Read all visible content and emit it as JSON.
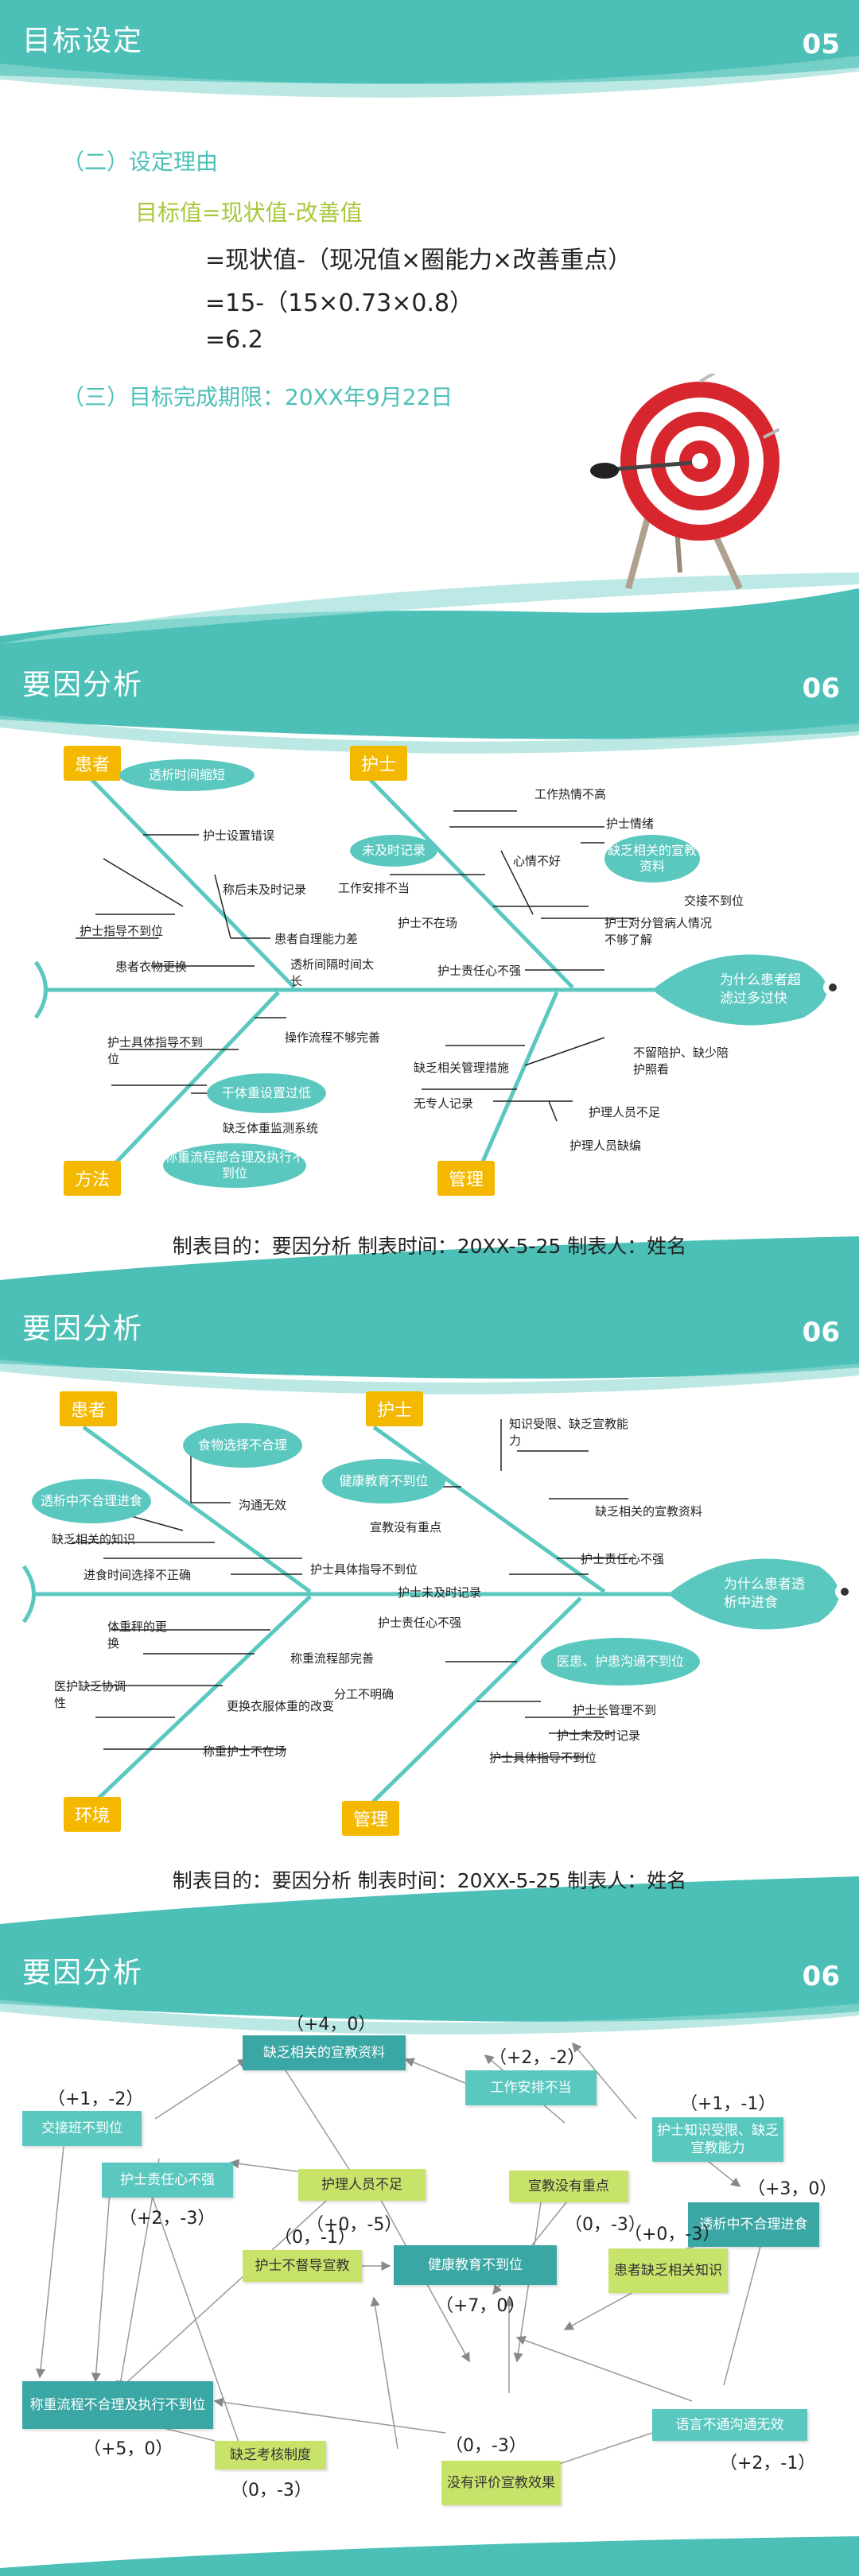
{
  "slide1": {
    "title": "目标设定",
    "number": "05",
    "section2_title": "（二）设定理由",
    "formula_label": "目标值=现状值-改善值",
    "formula_lines": [
      "=现状值-（现况值×圈能力×改善重点）",
      "=15-（15×0.73×0.8）",
      "=6.2"
    ],
    "section3_title": "（三）目标完成期限：20XX年9月22日",
    "colors": {
      "teal": "#5bc8c0",
      "green": "#a8c83c",
      "title_teal": "#4cc0b7"
    }
  },
  "slide2": {
    "title": "要因分析",
    "number": "06",
    "categories": {
      "top_left": "患者",
      "top_right": "护士",
      "bottom_left": "方法",
      "bottom_right": "管理"
    },
    "ovals": [
      "透析时间缩短",
      "未及时记录",
      "缺乏相关的宣教资料",
      "干体重设置过低",
      "称重流程部合理及执行不到位"
    ],
    "labels": [
      "护士设置错误",
      "称后未及时记录",
      "患者自理能力差",
      "护士指导不到位",
      "患者衣物更换",
      "透析间隔时间太长",
      "工作热情不高",
      "护士情绪",
      "心情不好",
      "工作安排不当",
      "护士不在场",
      "交接不到位",
      "护士对分管病人情况不够了解",
      "护士责任心不强",
      "护士具体指导不到位",
      "操作流程不够完善",
      "缺乏体重监测系统",
      "缺乏相关管理措施",
      "不留陪护、缺少陪护照看",
      "无专人记录",
      "护理人员不足",
      "护理人员缺编"
    ],
    "fish_head": "为什么患者超滤过多过快",
    "caption": "制表目的：要因分析  制表时间：20XX-5-25  制表人：姓名"
  },
  "slide3": {
    "title": "要因分析",
    "number": "06",
    "categories": {
      "top_left": "患者",
      "top_right": "护士",
      "bottom_left": "环境",
      "bottom_right": "管理"
    },
    "ovals": [
      "食物选择不合理",
      "透析中不合理进食",
      "健康教育不到位",
      "医患、护患沟通不到位"
    ],
    "labels": [
      "沟通无效",
      "缺乏相关的知识",
      "进食时间选择不正确",
      "护士具体指导不到位",
      "知识受限、缺乏宣教能力",
      "宣教没有重点",
      "缺乏相关的宣教资料",
      "护士责任心不强",
      "护士未及时记录",
      "体重秤的更换",
      "称重流程部完善",
      "医护缺乏协调性",
      "更换衣服体重的改变",
      "称重护士不在场",
      "护士责任心不强",
      "分工不明确",
      "护士长管理不到",
      "护士未及时记录",
      "护士具体指导不到位"
    ],
    "fish_head": "为什么患者透析中进食",
    "caption": "制表目的：要因分析  制表时间：20XX-5-25  制表人：姓名"
  },
  "slide4": {
    "title": "要因分析",
    "number": "06",
    "nodes": [
      {
        "label": "缺乏相关的宣教资料",
        "coord": "（+4，0）"
      },
      {
        "label": "工作安排不当",
        "coord": "（+2，-2）"
      },
      {
        "label": "交接班不到位",
        "coord": "（+1，-2）"
      },
      {
        "label": "护士知识受限、缺乏宣教能力",
        "coord": "（+1，-1）"
      },
      {
        "label": "护士责任心不强",
        "coord": "（+2，-3）"
      },
      {
        "label": "护理人员不足",
        "coord": "（+0，-5）"
      },
      {
        "label": "宣教没有重点",
        "coord": "（0，-3）"
      },
      {
        "label": "透析中不合理进食",
        "coord": "（+3，0）"
      },
      {
        "label": "护士不督导宣教",
        "coord": "（0，-1）"
      },
      {
        "label": "健康教育不到位",
        "coord": "（+7，0）"
      },
      {
        "label": "患者缺乏相关知识",
        "coord": "（+0，-3）"
      },
      {
        "label": "称重流程不合理及执行不到位",
        "coord": "（+5，0）"
      },
      {
        "label": "缺乏考核制度",
        "coord": "（0，-3）"
      },
      {
        "label": "没有评价宣教效果",
        "coord": "（0，-3）"
      },
      {
        "label": "语言不通沟通无效",
        "coord": "（+2，-1）"
      }
    ]
  }
}
